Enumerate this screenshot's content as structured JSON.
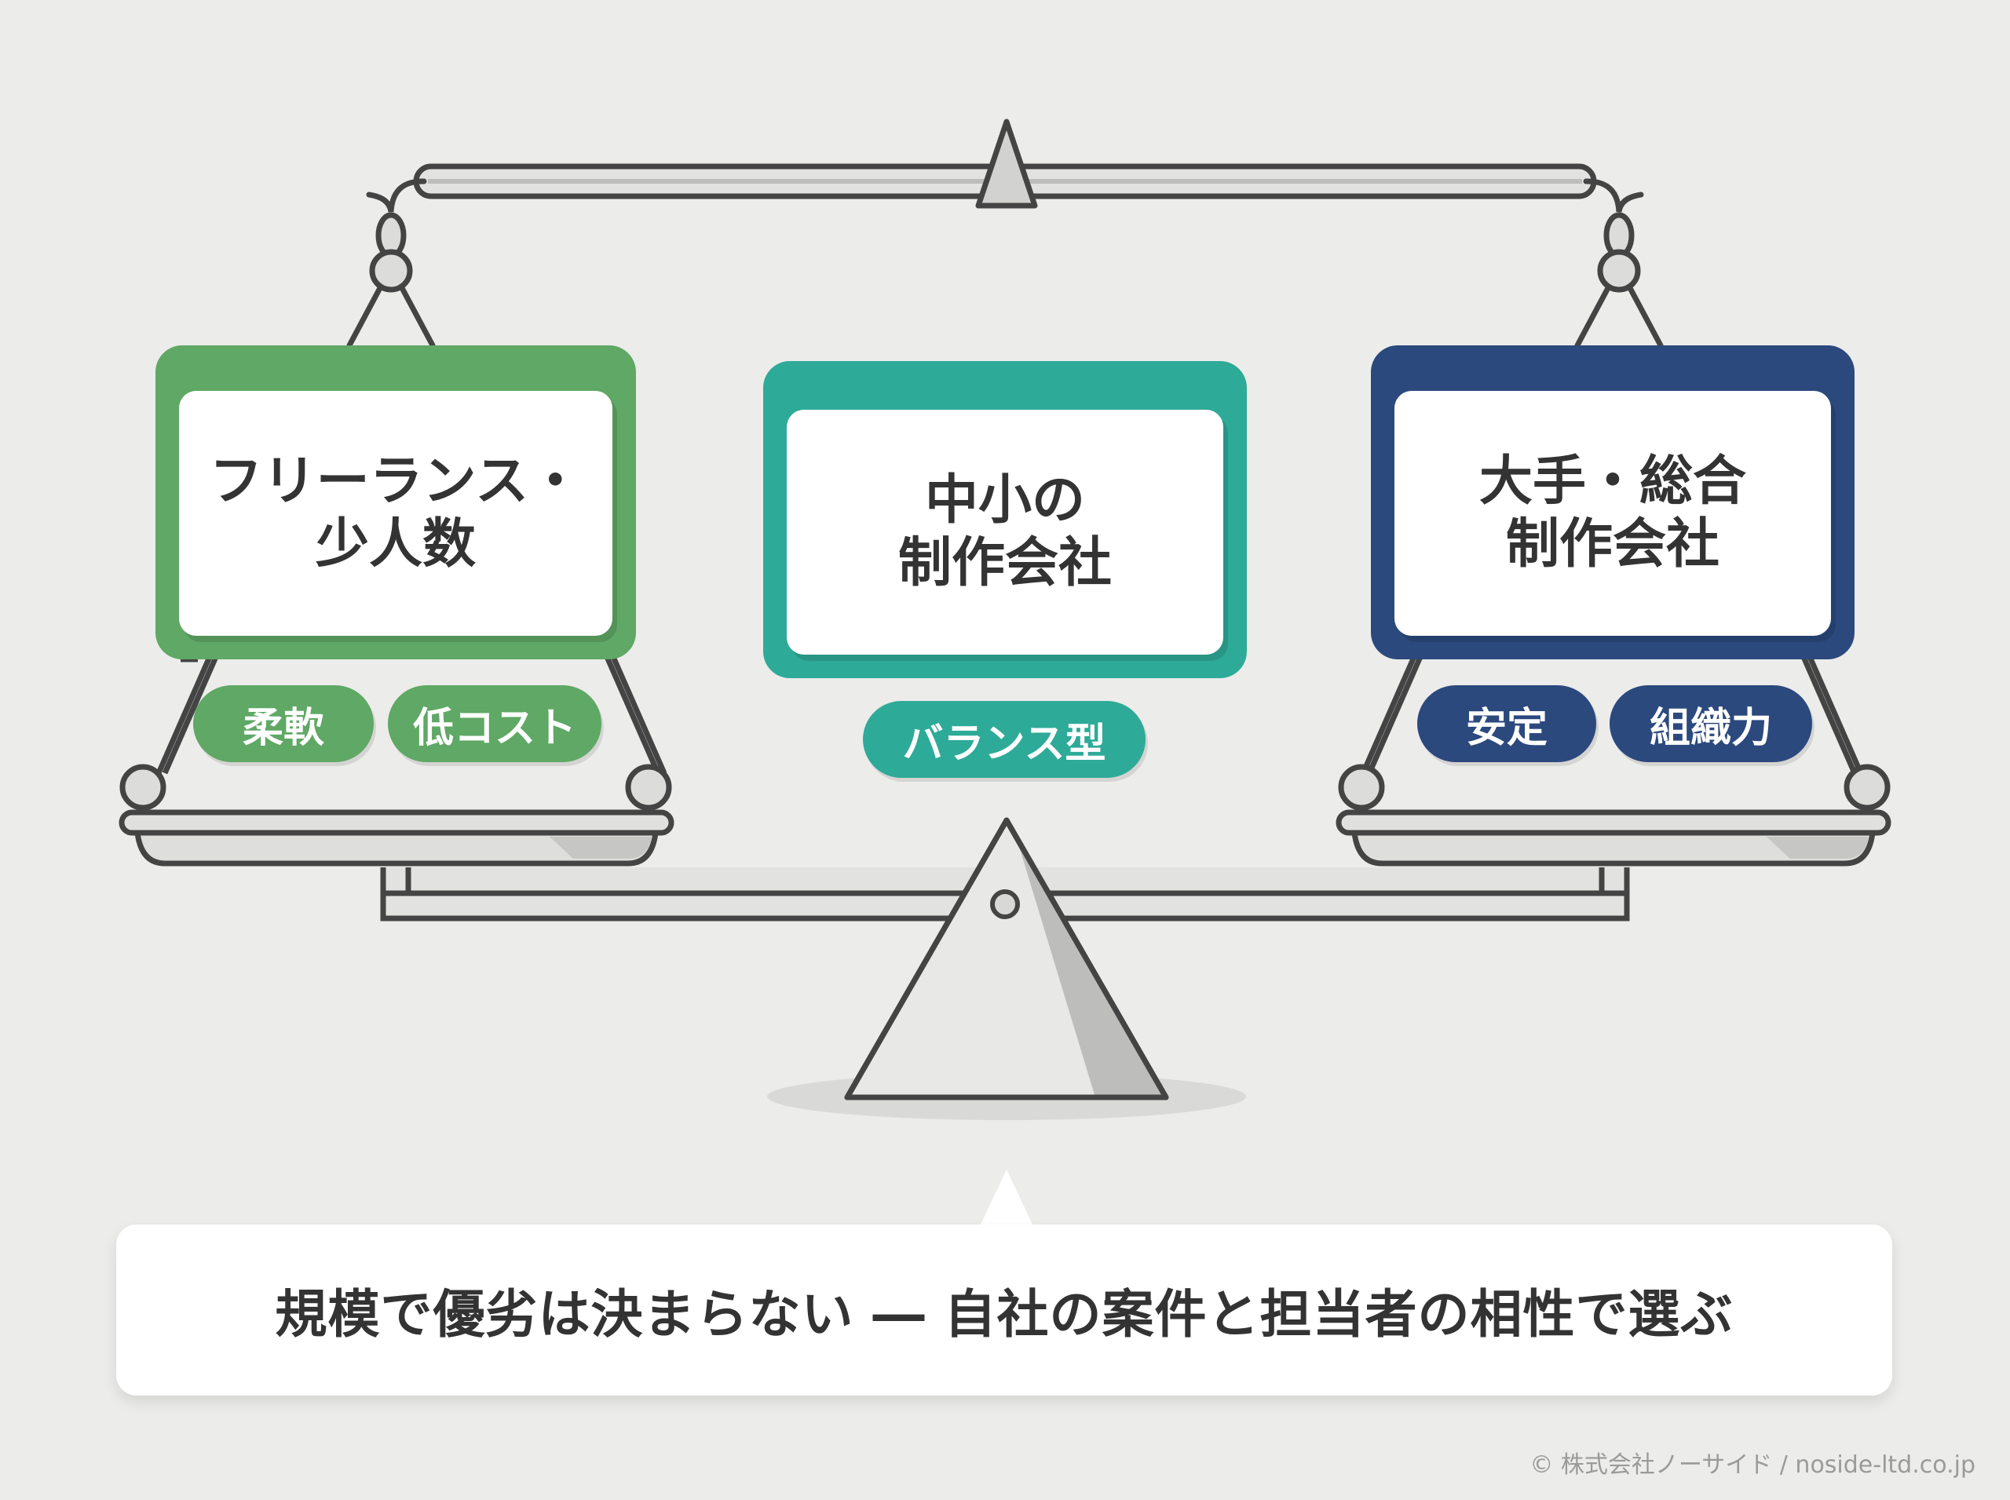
{
  "options": [
    {
      "id": "small",
      "title_lines": [
        "フリーランス・",
        "少人数"
      ],
      "tags": [
        "柔軟",
        "低コスト"
      ],
      "color": "#5fa865"
    },
    {
      "id": "mid",
      "title_lines": [
        "中小の",
        "制作会社"
      ],
      "tags": [
        "バランス型"
      ],
      "color": "#2eaa98"
    },
    {
      "id": "large",
      "title_lines": [
        "大手・総合",
        "制作会社"
      ],
      "tags": [
        "安定",
        "組織力"
      ],
      "color": "#2c497e"
    }
  ],
  "message": "規模で優劣は決まらない ― 自社の案件と担当者の相性で選ぶ",
  "footer": "© 株式会社ノーサイド / noside-ltd.co.jp",
  "colors": {
    "background": "#ececea",
    "line": "#444444",
    "metal_fill": "#d6d6d4"
  }
}
